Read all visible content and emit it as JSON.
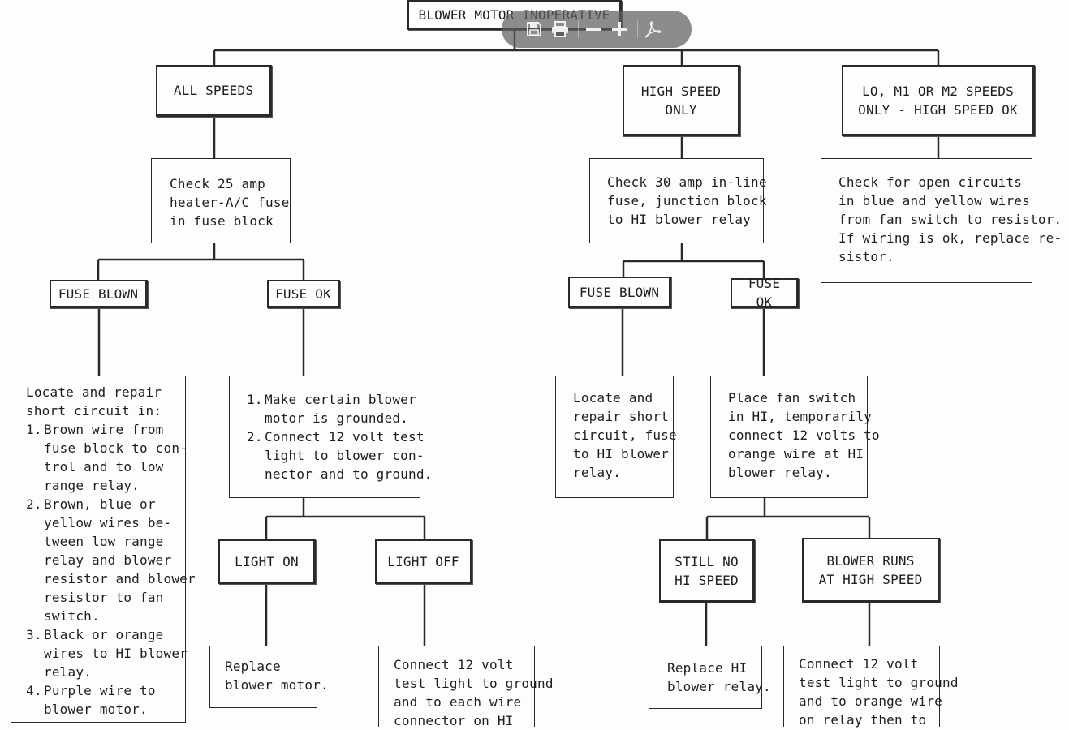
{
  "root": {
    "label": "BLOWER MOTOR INOPERATIVE"
  },
  "branches": {
    "all_speeds": {
      "label": [
        "ALL SPEEDS"
      ],
      "check": [
        "Check 25 amp",
        "heater-A/C fuse",
        "in fuse block"
      ],
      "fuse_blown": {
        "label": "FUSE BLOWN",
        "intro": [
          "Locate and repair",
          "short circuit in:"
        ],
        "items": [
          {
            "num": "1.",
            "lines": [
              "Brown wire from",
              "fuse block to con-",
              "trol and to low",
              "range relay."
            ]
          },
          {
            "num": "2.",
            "lines": [
              "Brown, blue or",
              "yellow wires be-",
              "tween low range",
              "relay and blower",
              "resistor and blower",
              "resistor to fan",
              "switch."
            ]
          },
          {
            "num": "3.",
            "lines": [
              "Black or orange",
              "wires to HI blower",
              "relay."
            ]
          },
          {
            "num": "4.",
            "lines": [
              "Purple wire to",
              "blower motor."
            ]
          }
        ]
      },
      "fuse_ok": {
        "label": "FUSE OK",
        "items": [
          {
            "num": "1.",
            "lines": [
              "Make certain blower",
              "motor is grounded."
            ]
          },
          {
            "num": "2.",
            "lines": [
              "Connect 12 volt test",
              "light to blower con-",
              "nector and to ground."
            ]
          }
        ],
        "light_on": {
          "label": "LIGHT ON",
          "action": [
            "Replace",
            "blower motor."
          ]
        },
        "light_off": {
          "label": "LIGHT OFF",
          "action": [
            "Connect 12 volt",
            "test light to ground",
            "and to each wire",
            "connector on HI"
          ]
        }
      }
    },
    "high_speed": {
      "label": [
        "HIGH SPEED",
        "ONLY"
      ],
      "check": [
        "Check 30 amp in-line",
        "fuse, junction block",
        "to HI blower relay"
      ],
      "fuse_blown": {
        "label": "FUSE BLOWN",
        "action": [
          "Locate and",
          "repair short",
          "circuit, fuse",
          "to HI blower",
          "relay."
        ]
      },
      "fuse_ok": {
        "label": "FUSE OK",
        "action": [
          "Place fan switch",
          "in HI, temporarily",
          "connect 12 volts to",
          "orange wire at HI",
          "blower relay."
        ],
        "still_no": {
          "label": [
            "STILL NO",
            "HI SPEED"
          ],
          "action": [
            "Replace HI",
            "blower relay."
          ]
        },
        "runs": {
          "label": [
            "BLOWER RUNS",
            "AT HIGH SPEED"
          ],
          "action": [
            "Connect 12 volt",
            "test light to ground",
            "and to orange wire",
            "on relay then to"
          ]
        }
      }
    },
    "lo_speeds": {
      "label": [
        "LO, M1 OR M2 SPEEDS",
        "ONLY - HIGH SPEED OK"
      ],
      "check": [
        "Check for open circuits",
        "in blue and yellow wires",
        "from fan switch to resistor.",
        "If wiring is ok, replace re-",
        "sistor."
      ]
    }
  },
  "viewer_toolbar": {
    "buttons": [
      {
        "name": "save-icon"
      },
      {
        "name": "print-icon"
      },
      {
        "name": "zoom-out-icon"
      },
      {
        "name": "zoom-in-icon"
      },
      {
        "name": "acrobat-icon"
      }
    ]
  }
}
